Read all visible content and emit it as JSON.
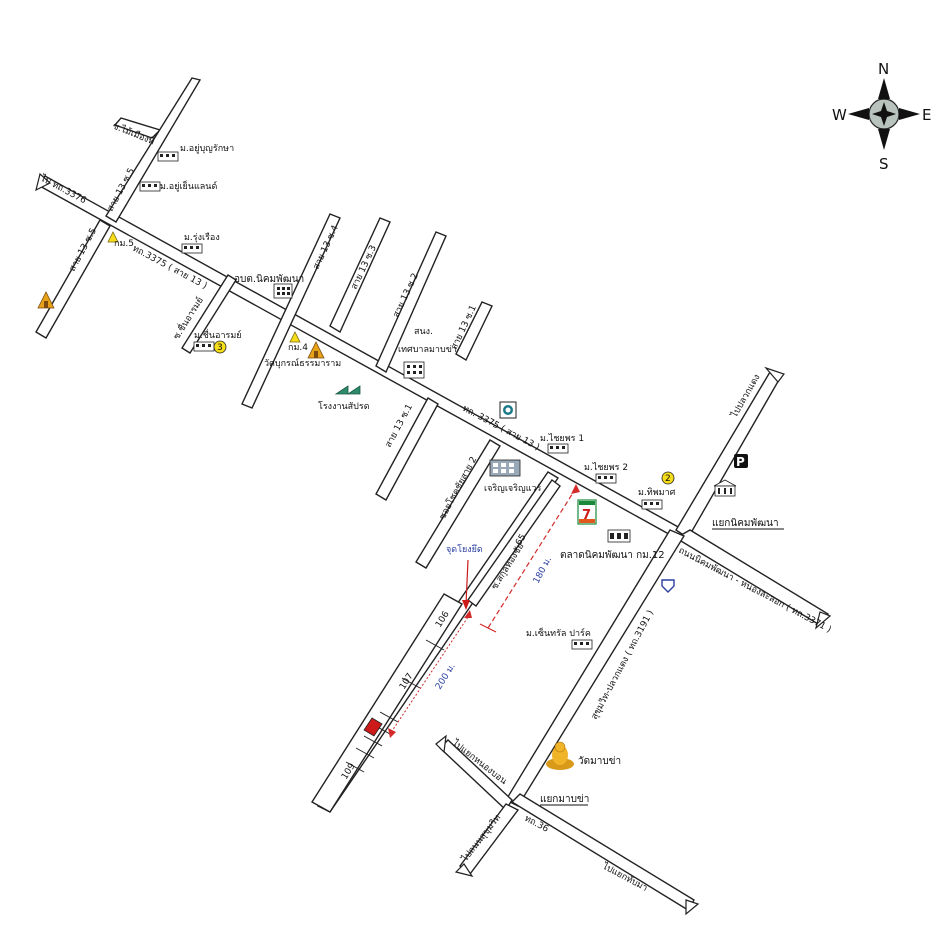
{
  "compass": {
    "n": "N",
    "s": "S",
    "e": "E",
    "w": "W"
  },
  "roads": {
    "soi13_5_top": "ซ.ไม้เมืองที่",
    "to_3376": "ไป ทถ.3376",
    "sai13_5_top": "สาย 13 ซ.5",
    "sai13_5_left": "สาย 13 ซ.5",
    "main_road_west": "ทถ.3375 ( สาย 13 )",
    "sai13_4": "สาย 13 ซ.4",
    "sai13_3": "สาย 13 ซ.3",
    "sai13_2": "สาย 13 ซ.2",
    "sai13_1_top": "สาย 13 ซ.1",
    "soi_chuenarom": "ซ.ชื่นอารมย์",
    "sai13_1": "สาย 13 ซ.1",
    "main_road_east": "ทถ. 3375 ( สาย 13 )",
    "soi_chokchai2": "ซอยโชคชัยสาย 2",
    "soi_sakunthongchai": "ซ.สกุลทองชัย",
    "to_plaeng_daeng": "ไปปลวกแดง",
    "nikhom_nong_road": "ถนนนิคมพัฒนา - หนองละลอก ( ทถ.3371 )",
    "sukhumvit_plaeng": "สุขุมวิท-ปลวกแดง ( ทถ.3191 )",
    "to_nong_bon": "ไปแยกหนองบอน",
    "to_sukhumvit": "ไปถนนสุขุมวิท",
    "th36": "ทถ.36",
    "to_thapma": "ไปแยกทับมา"
  },
  "places": {
    "moo_yoo_boonrak": "ม.อยู่บุญรักษา",
    "moo_yoo_yen": "ม.อยู่เย็นแลนด์",
    "moo_rungruang": "ม.รุ่งเรือง",
    "km5": "กม.5",
    "obt_nikhom": "อบต.นิคมพัฒนา",
    "moo_chuenarom": "ม.ชื่นอารมย์",
    "badge3": "3",
    "km4": "กม.4",
    "wat_ubon": "วัดบุกรณ์ธรรมาราม",
    "rong_ngan": "โรงงานสัปรด",
    "sanong_label": "สนง.",
    "tessaban": "เทศบาลมาบข่า",
    "moo_chaiyaporn1": "ม.ไชยพร 1",
    "moo_chaiyaporn2": "ม.ไชยพร 2",
    "badge2": "2",
    "moo_thipmas": "ม.ทิพมาศ",
    "charoen_ware": "เจริญเจริญแวร์",
    "yaek_nikhom": "แยกนิคมพัฒนา",
    "talad_nikhom": "ตลาดนิคมพัฒนา กม.12",
    "moo_central": "ม.เซ็นทรัล ปาร์ค",
    "wat_mabkha": "วัดมาบข่า",
    "yaek_mabkha": "แยกมาบข่า",
    "parking": "P",
    "seven": "7"
  },
  "markers": {
    "landmark": "จุดโยงยึด",
    "dist_180": "180 ม.",
    "dist_200": "200 ม."
  },
  "lots": {
    "lot65": "65",
    "lot106": "106",
    "lot107": "107",
    "lot109": "109"
  },
  "colors": {
    "highlight_red": "#cc1a1a",
    "dash_red": "#d42a2a",
    "badge_yellow": "#f5dd1a",
    "seven_green": "#1a8a3a",
    "seven_orange": "#e2571c",
    "landmark_blue": "#2a3fa0",
    "ptt_teal": "#1a7a8a"
  }
}
